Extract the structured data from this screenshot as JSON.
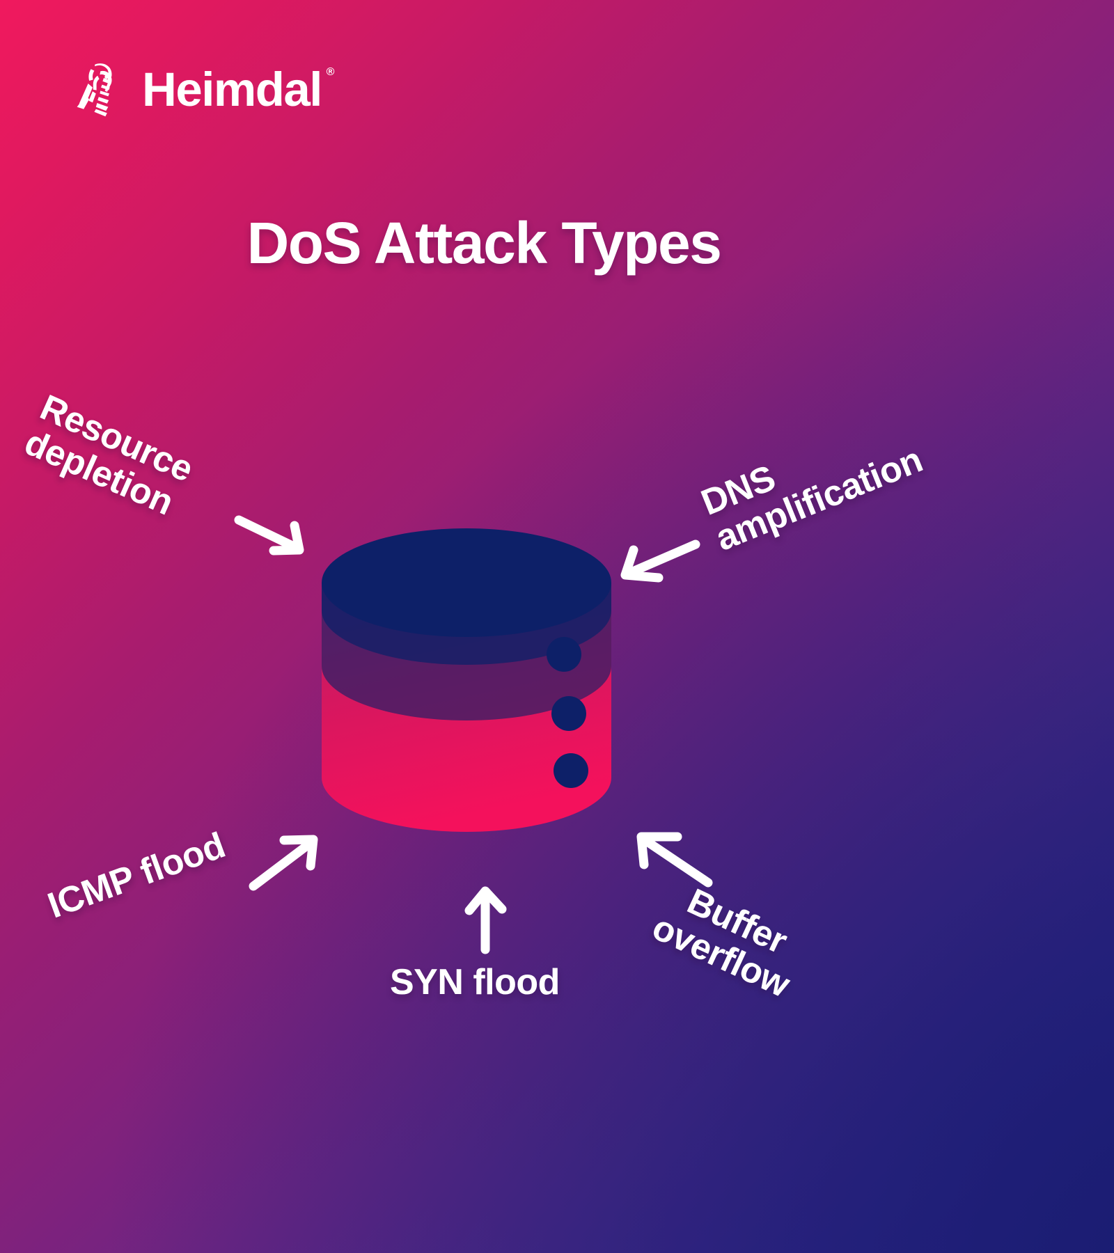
{
  "brand": {
    "logo_icon": "heimdal-viking-head-icon",
    "name": "Heimdal",
    "registered_mark": "®"
  },
  "title": "DoS Attack Types",
  "center_graphic": {
    "icon": "database-cylinder-icon",
    "colors": {
      "top": "#0d2068",
      "band_mid": "#4c2374",
      "band_low": "#8f1d6e",
      "band_bottom": "#ea1259",
      "dot": "#0d2068"
    },
    "indicator_dots": 3
  },
  "annotations": [
    {
      "id": "resource-depletion",
      "label": "Resource\ndepletion",
      "arrow": "arrow-down-right-icon"
    },
    {
      "id": "dns-amplification",
      "label": "DNS\namplification",
      "arrow": "arrow-down-left-icon"
    },
    {
      "id": "icmp-flood",
      "label": "ICMP flood",
      "arrow": "arrow-up-right-icon"
    },
    {
      "id": "syn-flood",
      "label": "SYN flood",
      "arrow": "arrow-up-icon"
    },
    {
      "id": "buffer-overflow",
      "label": "Buffer\noverflow",
      "arrow": "arrow-up-left-icon"
    }
  ],
  "palette": {
    "pink": "#f0195e",
    "magenta": "#c91a65",
    "purple": "#6c2583",
    "navy": "#1a1c70",
    "white": "#ffffff"
  }
}
